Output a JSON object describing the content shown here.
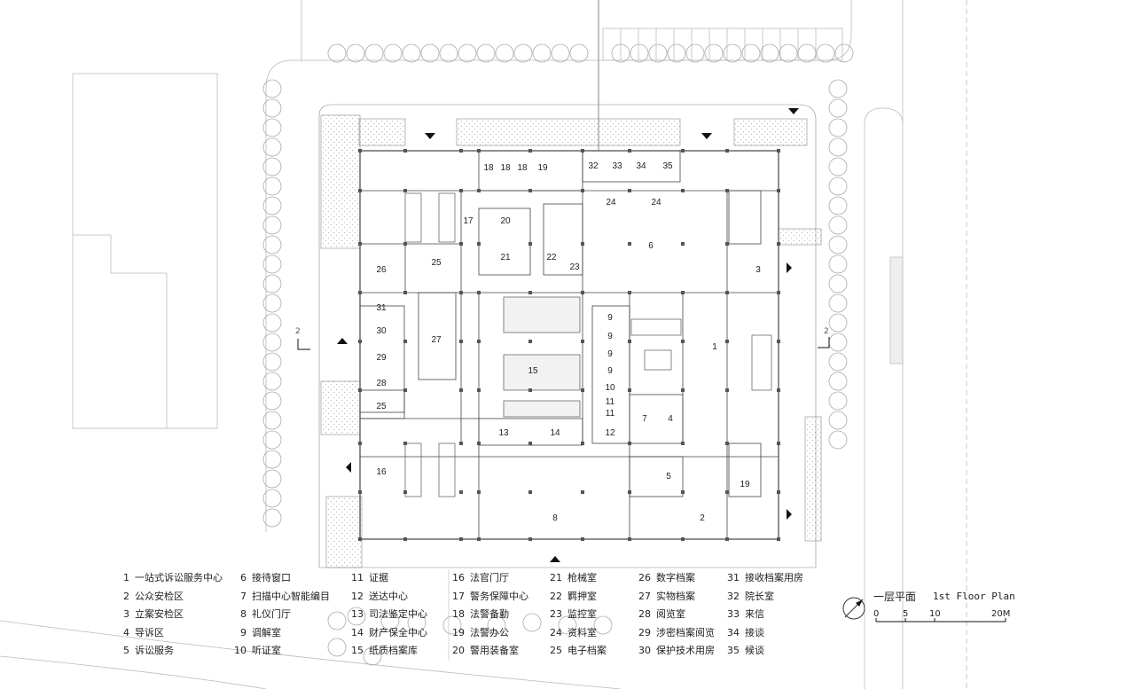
{
  "plan_title": {
    "cn": "一层平面",
    "en": "1st Floor Plan"
  },
  "scale_bar": {
    "labels": [
      "0",
      "5",
      "10",
      "20M"
    ]
  },
  "north_symbol": "north-arrow-icon",
  "section_marks": [
    "2",
    "2"
  ],
  "room_labels": [
    "18",
    "18",
    "18",
    "19",
    "32",
    "33",
    "34",
    "35",
    "24",
    "24",
    "20",
    "17",
    "21",
    "22",
    "23",
    "6",
    "25",
    "26",
    "3",
    "31",
    "30",
    "27",
    "9",
    "9",
    "9",
    "9",
    "1",
    "29",
    "15",
    "10",
    "28",
    "11",
    "11",
    "25",
    "7",
    "4",
    "13",
    "14",
    "12",
    "16",
    "5",
    "19",
    "8",
    "2"
  ],
  "legend": [
    {
      "num": "1",
      "name": "一站式诉讼服务中心"
    },
    {
      "num": "2",
      "name": "公众安检区"
    },
    {
      "num": "3",
      "name": "立案安检区"
    },
    {
      "num": "4",
      "name": "导诉区"
    },
    {
      "num": "5",
      "name": "诉讼服务"
    },
    {
      "num": "6",
      "name": "接待窗口"
    },
    {
      "num": "7",
      "name": "扫描中心智能编目"
    },
    {
      "num": "8",
      "name": "礼仪门厅"
    },
    {
      "num": "9",
      "name": "调解室"
    },
    {
      "num": "10",
      "name": "听证室"
    },
    {
      "num": "11",
      "name": "证据"
    },
    {
      "num": "12",
      "name": "送达中心"
    },
    {
      "num": "13",
      "name": "司法鉴定中心"
    },
    {
      "num": "14",
      "name": "财产保全中心"
    },
    {
      "num": "15",
      "name": "纸质档案库"
    },
    {
      "num": "16",
      "name": "法官门厅"
    },
    {
      "num": "17",
      "name": "警务保障中心"
    },
    {
      "num": "18",
      "name": "法警备勤"
    },
    {
      "num": "19",
      "name": "法警办公"
    },
    {
      "num": "20",
      "name": "警用装备室"
    },
    {
      "num": "21",
      "name": "枪械室"
    },
    {
      "num": "22",
      "name": "羁押室"
    },
    {
      "num": "23",
      "name": "监控室"
    },
    {
      "num": "24",
      "name": "资料室"
    },
    {
      "num": "25",
      "name": "电子档案"
    },
    {
      "num": "26",
      "name": "数字档案"
    },
    {
      "num": "27",
      "name": "实物档案"
    },
    {
      "num": "28",
      "name": "阅览室"
    },
    {
      "num": "29",
      "name": "涉密档案阅览"
    },
    {
      "num": "30",
      "name": "保护技术用房"
    },
    {
      "num": "31",
      "name": "接收档案用房"
    },
    {
      "num": "32",
      "name": "院长室"
    },
    {
      "num": "33",
      "name": "来信"
    },
    {
      "num": "34",
      "name": "接谈"
    },
    {
      "num": "35",
      "name": "候谈"
    }
  ]
}
